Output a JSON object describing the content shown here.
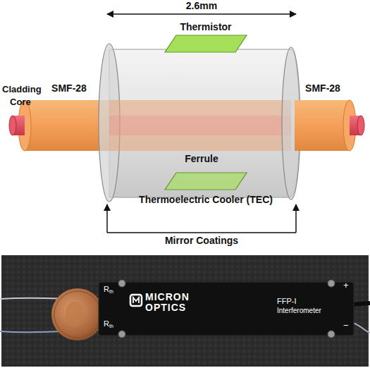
{
  "diagram": {
    "nodes": [
      {
        "text": [
          "Thermistor"
        ]
      },
      {
        "text": [
          "Thermoelectric Cooler (TEC)"
        ]
      }
    ],
    "labels": [
      "2.6mm",
      "Cladding",
      "Core",
      "SMF-28",
      "Ferrule",
      "SMF-28",
      "Mirror Coatings",
      "R",
      "th",
      "MICRON OPTICS",
      "FFP-I",
      "Interferometer",
      "+",
      "R",
      "th",
      "−"
    ]
  }
}
